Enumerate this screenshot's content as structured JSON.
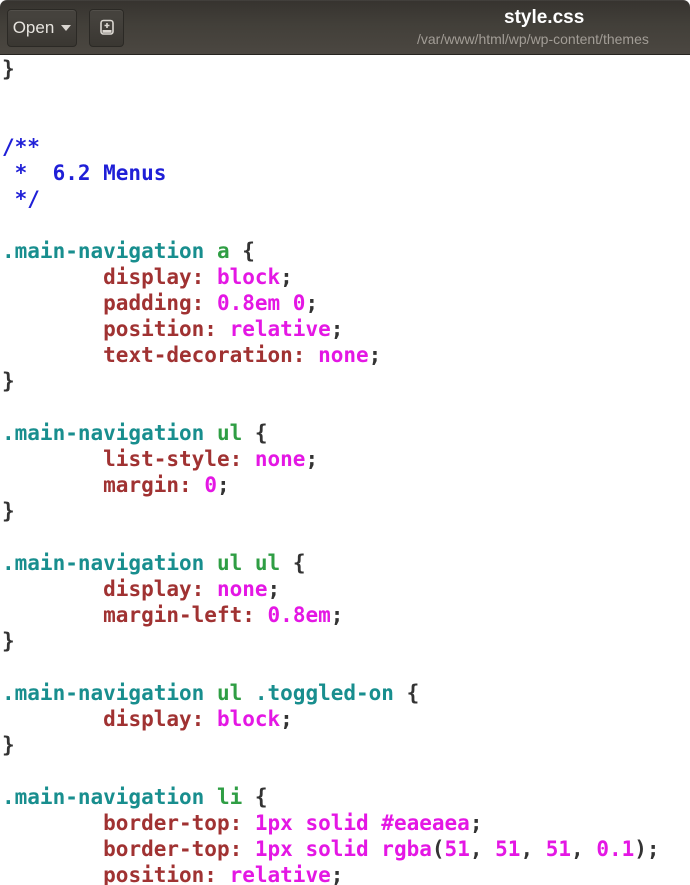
{
  "window": {
    "title": "style.css",
    "path": "/var/www/html/wp/wp-content/themes"
  },
  "toolbar": {
    "open_label": "Open",
    "open_caret_icon": "dropdown-caret",
    "new_document_icon": "new-document-plus"
  },
  "colors": {
    "selector": "#188e8e",
    "element": "#2f9e44",
    "property": "#a03232",
    "value": "#e417e4",
    "comment": "#1f1fd7",
    "punct": "#333333",
    "headerbar_top": "#36332f",
    "headerbar_bottom": "#4b4741",
    "title_text": "#ffffff",
    "subtitle_text": "#a29d96",
    "editor_bg": "#ffffff"
  },
  "editor": {
    "language": "css",
    "lines": [
      [
        {
          "c": "pu",
          "t": "}"
        }
      ],
      [],
      [],
      [
        {
          "c": "cm",
          "t": "/**"
        }
      ],
      [
        {
          "c": "cm",
          "t": " *  6.2 Menus"
        }
      ],
      [
        {
          "c": "cm",
          "t": " */"
        }
      ],
      [],
      [
        {
          "c": "sel",
          "t": ".main-navigation"
        },
        {
          "c": "el",
          "t": " a "
        },
        {
          "c": "pu",
          "t": "{"
        }
      ],
      [
        {
          "c": "pu",
          "t": "\t"
        },
        {
          "c": "pr",
          "t": "display: "
        },
        {
          "c": "va",
          "t": "block"
        },
        {
          "c": "pu",
          "t": ";"
        }
      ],
      [
        {
          "c": "pu",
          "t": "\t"
        },
        {
          "c": "pr",
          "t": "padding: "
        },
        {
          "c": "va",
          "t": "0.8em 0"
        },
        {
          "c": "pu",
          "t": ";"
        }
      ],
      [
        {
          "c": "pu",
          "t": "\t"
        },
        {
          "c": "pr",
          "t": "position: "
        },
        {
          "c": "va",
          "t": "relative"
        },
        {
          "c": "pu",
          "t": ";"
        }
      ],
      [
        {
          "c": "pu",
          "t": "\t"
        },
        {
          "c": "pr",
          "t": "text-decoration: "
        },
        {
          "c": "va",
          "t": "none"
        },
        {
          "c": "pu",
          "t": ";"
        }
      ],
      [
        {
          "c": "pu",
          "t": "}"
        }
      ],
      [],
      [
        {
          "c": "sel",
          "t": ".main-navigation"
        },
        {
          "c": "el",
          "t": " ul "
        },
        {
          "c": "pu",
          "t": "{"
        }
      ],
      [
        {
          "c": "pu",
          "t": "\t"
        },
        {
          "c": "pr",
          "t": "list-style: "
        },
        {
          "c": "va",
          "t": "none"
        },
        {
          "c": "pu",
          "t": ";"
        }
      ],
      [
        {
          "c": "pu",
          "t": "\t"
        },
        {
          "c": "pr",
          "t": "margin: "
        },
        {
          "c": "va",
          "t": "0"
        },
        {
          "c": "pu",
          "t": ";"
        }
      ],
      [
        {
          "c": "pu",
          "t": "}"
        }
      ],
      [],
      [
        {
          "c": "sel",
          "t": ".main-navigation"
        },
        {
          "c": "el",
          "t": " ul ul "
        },
        {
          "c": "pu",
          "t": "{"
        }
      ],
      [
        {
          "c": "pu",
          "t": "\t"
        },
        {
          "c": "pr",
          "t": "display: "
        },
        {
          "c": "va",
          "t": "none"
        },
        {
          "c": "pu",
          "t": ";"
        }
      ],
      [
        {
          "c": "pu",
          "t": "\t"
        },
        {
          "c": "pr",
          "t": "margin-left: "
        },
        {
          "c": "va",
          "t": "0.8em"
        },
        {
          "c": "pu",
          "t": ";"
        }
      ],
      [
        {
          "c": "pu",
          "t": "}"
        }
      ],
      [],
      [
        {
          "c": "sel",
          "t": ".main-navigation"
        },
        {
          "c": "el",
          "t": " ul "
        },
        {
          "c": "sel",
          "t": ".toggled-on"
        },
        {
          "c": "pu",
          "t": " {"
        }
      ],
      [
        {
          "c": "pu",
          "t": "\t"
        },
        {
          "c": "pr",
          "t": "display: "
        },
        {
          "c": "va",
          "t": "block"
        },
        {
          "c": "pu",
          "t": ";"
        }
      ],
      [
        {
          "c": "pu",
          "t": "}"
        }
      ],
      [],
      [
        {
          "c": "sel",
          "t": ".main-navigation"
        },
        {
          "c": "el",
          "t": " li "
        },
        {
          "c": "pu",
          "t": "{"
        }
      ],
      [
        {
          "c": "pu",
          "t": "\t"
        },
        {
          "c": "pr",
          "t": "border-top: "
        },
        {
          "c": "va",
          "t": "1px solid #eaeaea"
        },
        {
          "c": "pu",
          "t": ";"
        }
      ],
      [
        {
          "c": "pu",
          "t": "\t"
        },
        {
          "c": "pr",
          "t": "border-top: "
        },
        {
          "c": "va",
          "t": "1px solid rgba"
        },
        {
          "c": "pu",
          "t": "("
        },
        {
          "c": "va",
          "t": "51"
        },
        {
          "c": "pu",
          "t": ", "
        },
        {
          "c": "va",
          "t": "51"
        },
        {
          "c": "pu",
          "t": ", "
        },
        {
          "c": "va",
          "t": "51"
        },
        {
          "c": "pu",
          "t": ", "
        },
        {
          "c": "va",
          "t": "0.1"
        },
        {
          "c": "pu",
          "t": ");"
        }
      ],
      [
        {
          "c": "pu",
          "t": "\t"
        },
        {
          "c": "pr",
          "t": "position: "
        },
        {
          "c": "va",
          "t": "relative"
        },
        {
          "c": "pu",
          "t": ";"
        }
      ]
    ]
  }
}
